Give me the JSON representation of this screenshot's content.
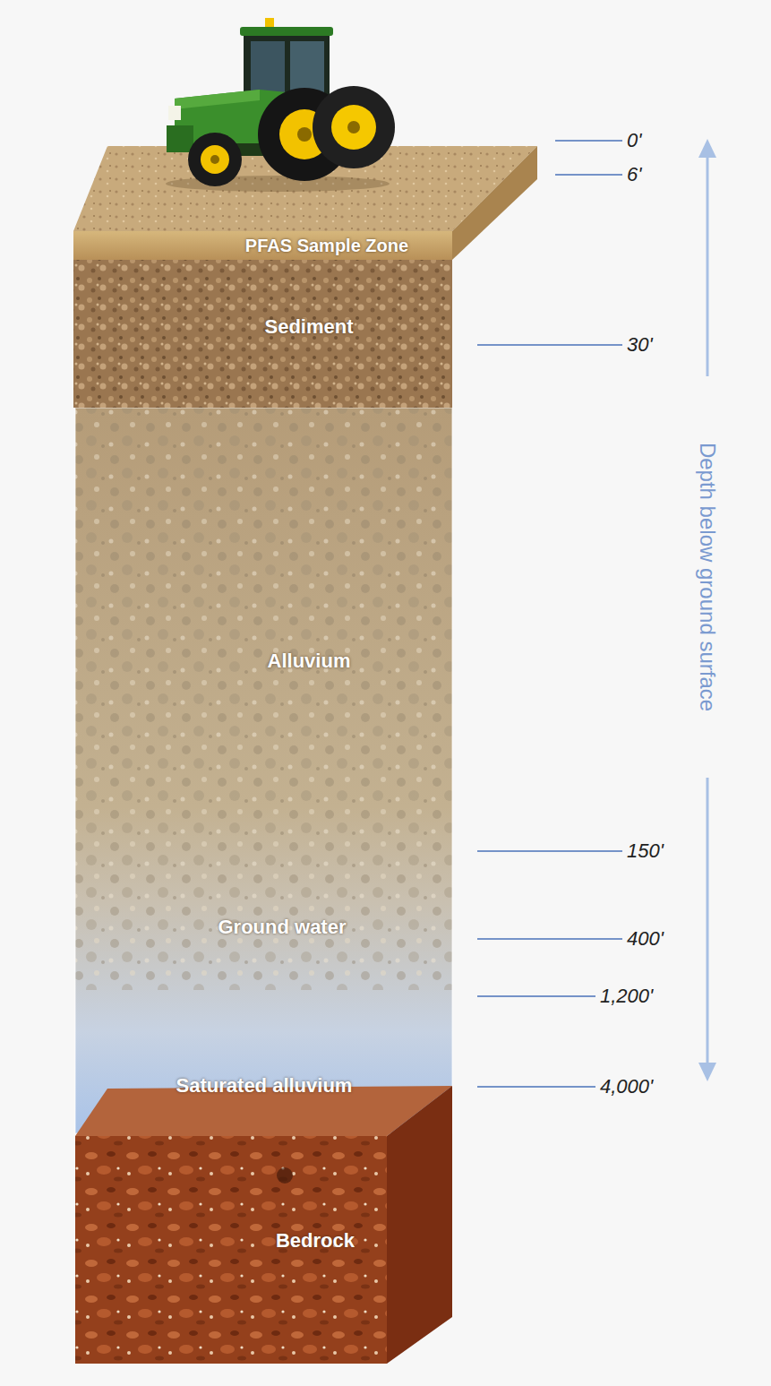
{
  "diagram": {
    "nodes": [
      {
        "text": [
          "PFAS Sample Zone"
        ]
      },
      {
        "text": [
          "Sediment"
        ]
      },
      {
        "text": [
          "Alluvium",
          "Ground water",
          "Saturated alluvium"
        ]
      },
      {
        "text": [
          "Bedrock"
        ]
      }
    ],
    "labels": [
      "0'",
      "6'",
      "30'",
      "150'",
      "400'",
      "1,200'",
      "4,000'",
      "Depth below ground surface"
    ]
  }
}
